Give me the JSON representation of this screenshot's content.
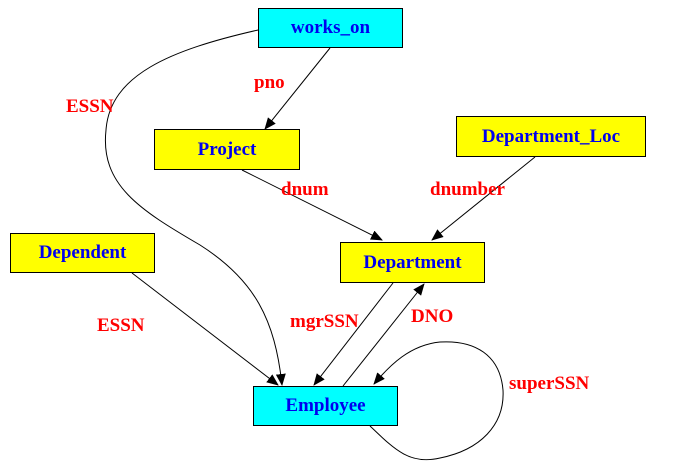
{
  "colors": {
    "entity_cyan": "#00ffff",
    "entity_yellow": "#ffff00",
    "node_text": "#0000ee",
    "edge_label": "#ff0000",
    "edge": "#000000"
  },
  "nodes": {
    "works_on": {
      "label": "works_on",
      "fill": "cyan"
    },
    "project": {
      "label": "Project",
      "fill": "yellow"
    },
    "department_loc": {
      "label": "Department_Loc",
      "fill": "yellow"
    },
    "dependent": {
      "label": "Dependent",
      "fill": "yellow"
    },
    "department": {
      "label": "Department",
      "fill": "yellow"
    },
    "employee": {
      "label": "Employee",
      "fill": "cyan"
    }
  },
  "edges": [
    {
      "from": "works_on",
      "to": "project",
      "label": "pno"
    },
    {
      "from": "works_on",
      "to": "employee",
      "label": "ESSN"
    },
    {
      "from": "project",
      "to": "department",
      "label": "dnum"
    },
    {
      "from": "department_loc",
      "to": "department",
      "label": "dnumber"
    },
    {
      "from": "dependent",
      "to": "employee",
      "label": "ESSN"
    },
    {
      "from": "department",
      "to": "employee",
      "label": "mgrSSN"
    },
    {
      "from": "employee",
      "to": "department",
      "label": "DNO"
    },
    {
      "from": "employee",
      "to": "employee",
      "label": "superSSN"
    }
  ]
}
